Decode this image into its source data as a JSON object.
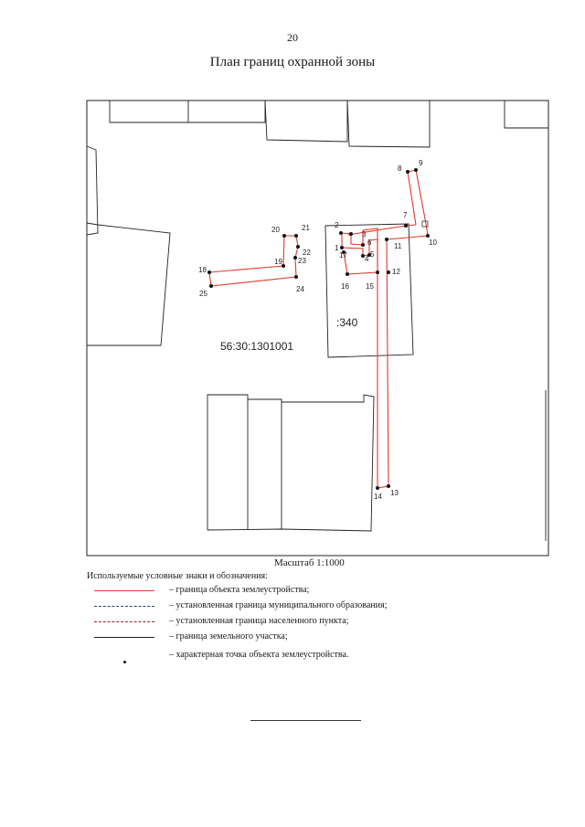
{
  "page_number": "20",
  "title": "План границ охранной зоны",
  "map": {
    "cadastral_quarter": "56:30:1301001",
    "parcel_label": ":340",
    "object_color": "#e03a2e",
    "boundary_color": "#222222",
    "points": [
      {
        "n": "1"
      },
      {
        "n": "2"
      },
      {
        "n": "3"
      },
      {
        "n": "4"
      },
      {
        "n": "5"
      },
      {
        "n": "6"
      },
      {
        "n": "7"
      },
      {
        "n": "8"
      },
      {
        "n": "9"
      },
      {
        "n": "10"
      },
      {
        "n": "11"
      },
      {
        "n": "12"
      },
      {
        "n": "13"
      },
      {
        "n": "14"
      },
      {
        "n": "15"
      },
      {
        "n": "16"
      },
      {
        "n": "17"
      },
      {
        "n": "18"
      },
      {
        "n": "19"
      },
      {
        "n": "20"
      },
      {
        "n": "21"
      },
      {
        "n": "22"
      },
      {
        "n": "23"
      },
      {
        "n": "24"
      },
      {
        "n": "25"
      }
    ]
  },
  "scale": "Масштаб 1:1000",
  "legend": {
    "heading": "Используемые условные знаки и обозначения:",
    "items": [
      {
        "text": "– граница объекта землеустройства;",
        "color": "#e03a2e",
        "style": "solid"
      },
      {
        "text": "– установленная граница муниципального образования;",
        "color": "#2a3a8a",
        "style": "dash-dot"
      },
      {
        "text": "– установленная граница населенного пункта;",
        "color": "#a02020",
        "style": "dash-dot"
      },
      {
        "text": "– граница земельного участка;",
        "color": "#222222",
        "style": "solid"
      },
      {
        "text": "– характерная точка объекта землеустройства.",
        "color": "#111111",
        "style": "dot"
      }
    ]
  }
}
